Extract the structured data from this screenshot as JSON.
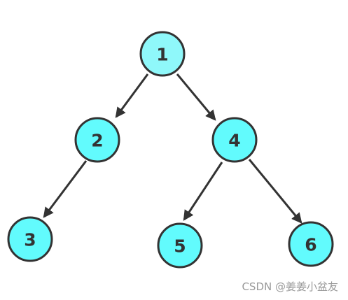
{
  "diagram": {
    "colors": {
      "node_fill_root": "#8ff8fa",
      "node_fill": "#62fbfd",
      "node_stroke": "#333333",
      "edge": "#333333",
      "label": "#333333"
    },
    "nodes": [
      {
        "id": "n1",
        "label": "1"
      },
      {
        "id": "n2",
        "label": "2"
      },
      {
        "id": "n4",
        "label": "4"
      },
      {
        "id": "n3",
        "label": "3"
      },
      {
        "id": "n5",
        "label": "5"
      },
      {
        "id": "n6",
        "label": "6"
      }
    ],
    "edges": [
      {
        "from": "1",
        "to": "2"
      },
      {
        "from": "1",
        "to": "4"
      },
      {
        "from": "2",
        "to": "3"
      },
      {
        "from": "4",
        "to": "5"
      },
      {
        "from": "4",
        "to": "6"
      }
    ]
  },
  "watermark": {
    "text": "CSDN @姜姜小盆友"
  }
}
